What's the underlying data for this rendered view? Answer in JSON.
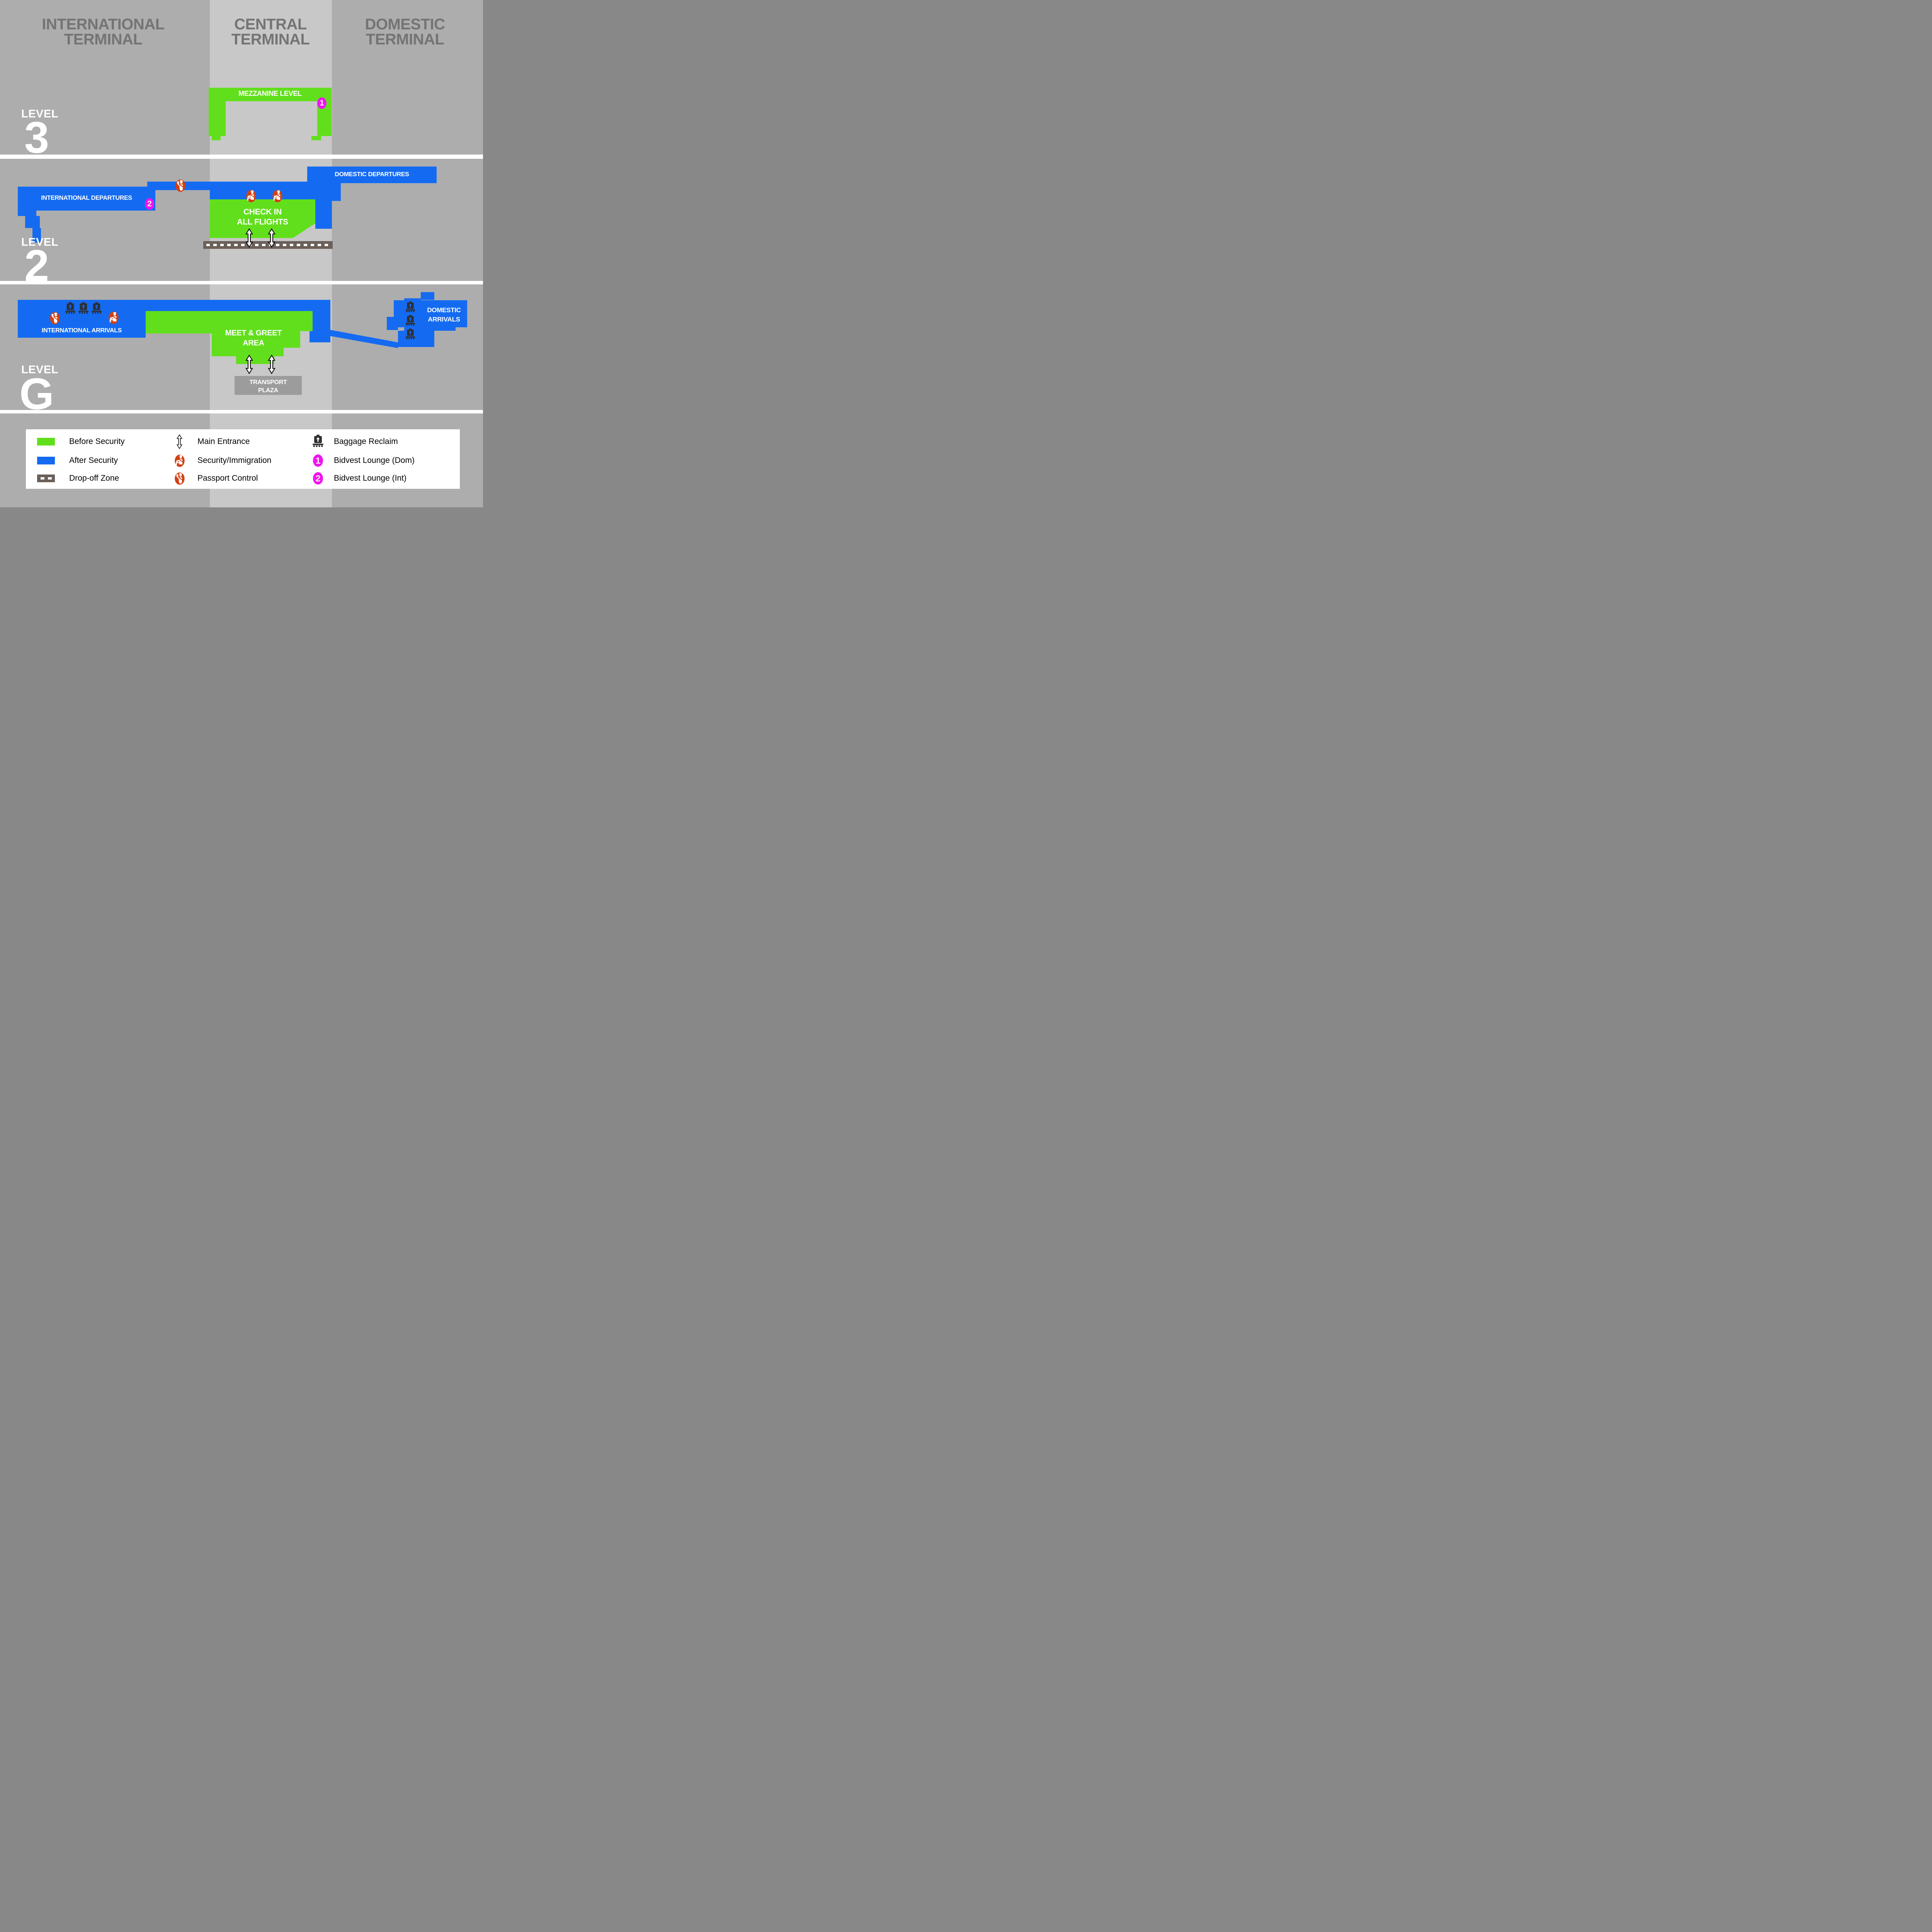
{
  "colors": {
    "green": "#62DF1C",
    "blue": "#146BF2",
    "magenta": "#F014F0",
    "red": "#D24012",
    "band": "#C8C8C8",
    "base": "#ADADAD",
    "headerText": "#747474",
    "dropoff": "#6B6059",
    "baggage": "#2F2F2F",
    "plaza": "#9C9C9C"
  },
  "header": {
    "international_line1": "INTERNATIONAL",
    "international_line2": "TERMINAL",
    "central_line1": "CENTRAL",
    "central_line2": "TERMINAL",
    "domestic_line1": "DOMESTIC",
    "domestic_line2": "TERMINAL"
  },
  "levels": {
    "l3": {
      "word": "LEVEL",
      "num": "3"
    },
    "l2": {
      "word": "LEVEL",
      "num": "2"
    },
    "lg": {
      "word": "LEVEL",
      "num": "G"
    }
  },
  "zones": {
    "mezzanine": "MEZZANINE LEVEL",
    "intl_departures": "INTERNATIONAL DEPARTURES",
    "dom_departures": "DOMESTIC DEPARTURES",
    "checkin_l1": "CHECK IN",
    "checkin_l2": "ALL FLIGHTS",
    "intl_arrivals": "INTERNATIONAL ARRIVALS",
    "meet_l1": "MEET & GREET",
    "meet_l2": "AREA",
    "dom_arrivals_l1": "DOMESTIC",
    "dom_arrivals_l2": "ARRIVALS",
    "transport_l1": "TRANSPORT",
    "transport_l2": "PLAZA"
  },
  "badges": {
    "bidvest_dom": "1",
    "bidvest_int": "2"
  },
  "legend": {
    "items": [
      {
        "icon": "before-security-swatch",
        "label": "Before Security"
      },
      {
        "icon": "after-security-swatch",
        "label": "After Security"
      },
      {
        "icon": "drop-off-swatch",
        "label": "Drop-off Zone"
      },
      {
        "icon": "main-entrance-icon",
        "label": "Main Entrance"
      },
      {
        "icon": "security-immigration-icon",
        "label": "Security/Immigration"
      },
      {
        "icon": "passport-control-icon",
        "label": "Passport Control"
      },
      {
        "icon": "baggage-reclaim-icon",
        "label": "Baggage Reclaim"
      },
      {
        "icon": "bidvest-lounge-dom-badge",
        "label": "Bidvest Lounge (Dom)",
        "badge": "1"
      },
      {
        "icon": "bidvest-lounge-int-badge",
        "label": "Bidvest Lounge (Int)",
        "badge": "2"
      }
    ]
  },
  "icons": {
    "main-entrance-icon": "double-vertical-arrow",
    "security-immigration-icon": "officer-at-desk-in-red-circle",
    "passport-control-icon": "officer-with-passport-in-red-circle",
    "baggage-reclaim-icon": "suitcase-on-conveyor-with-up-arrow"
  }
}
